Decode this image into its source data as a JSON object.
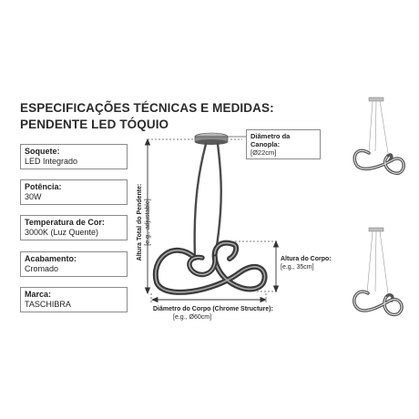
{
  "title": {
    "line1": "ESPECIFICAÇÕES TÉCNICAS E MEDIDAS:",
    "line2": "PENDENTE LED TÓQUIO"
  },
  "specs": [
    {
      "label": "Soquete:",
      "value": "LED Integrado"
    },
    {
      "label": "Potência:",
      "value": "30W"
    },
    {
      "label": "Temperatura de Cor:",
      "value": "3000K (Luz Quente)"
    },
    {
      "label": "Acabamento:",
      "value": "Cromado"
    },
    {
      "label": "Marca:",
      "value": "TASCHIBRA"
    }
  ],
  "dimensions": {
    "canopy": {
      "label": "Diâmetro da Canopla:",
      "value": "[Ø22cm]"
    },
    "body_height": {
      "label": "Altura do Corpo:",
      "value": "[e.g., 35cm]"
    },
    "total_height": {
      "label": "Altura Total do Pendente:",
      "value": "[e.g., adjustable]"
    },
    "body_diameter": {
      "label": "Diâmetro do Corpo (Chrome Structure):",
      "value": "[e.g., Ø60cm]"
    }
  }
}
